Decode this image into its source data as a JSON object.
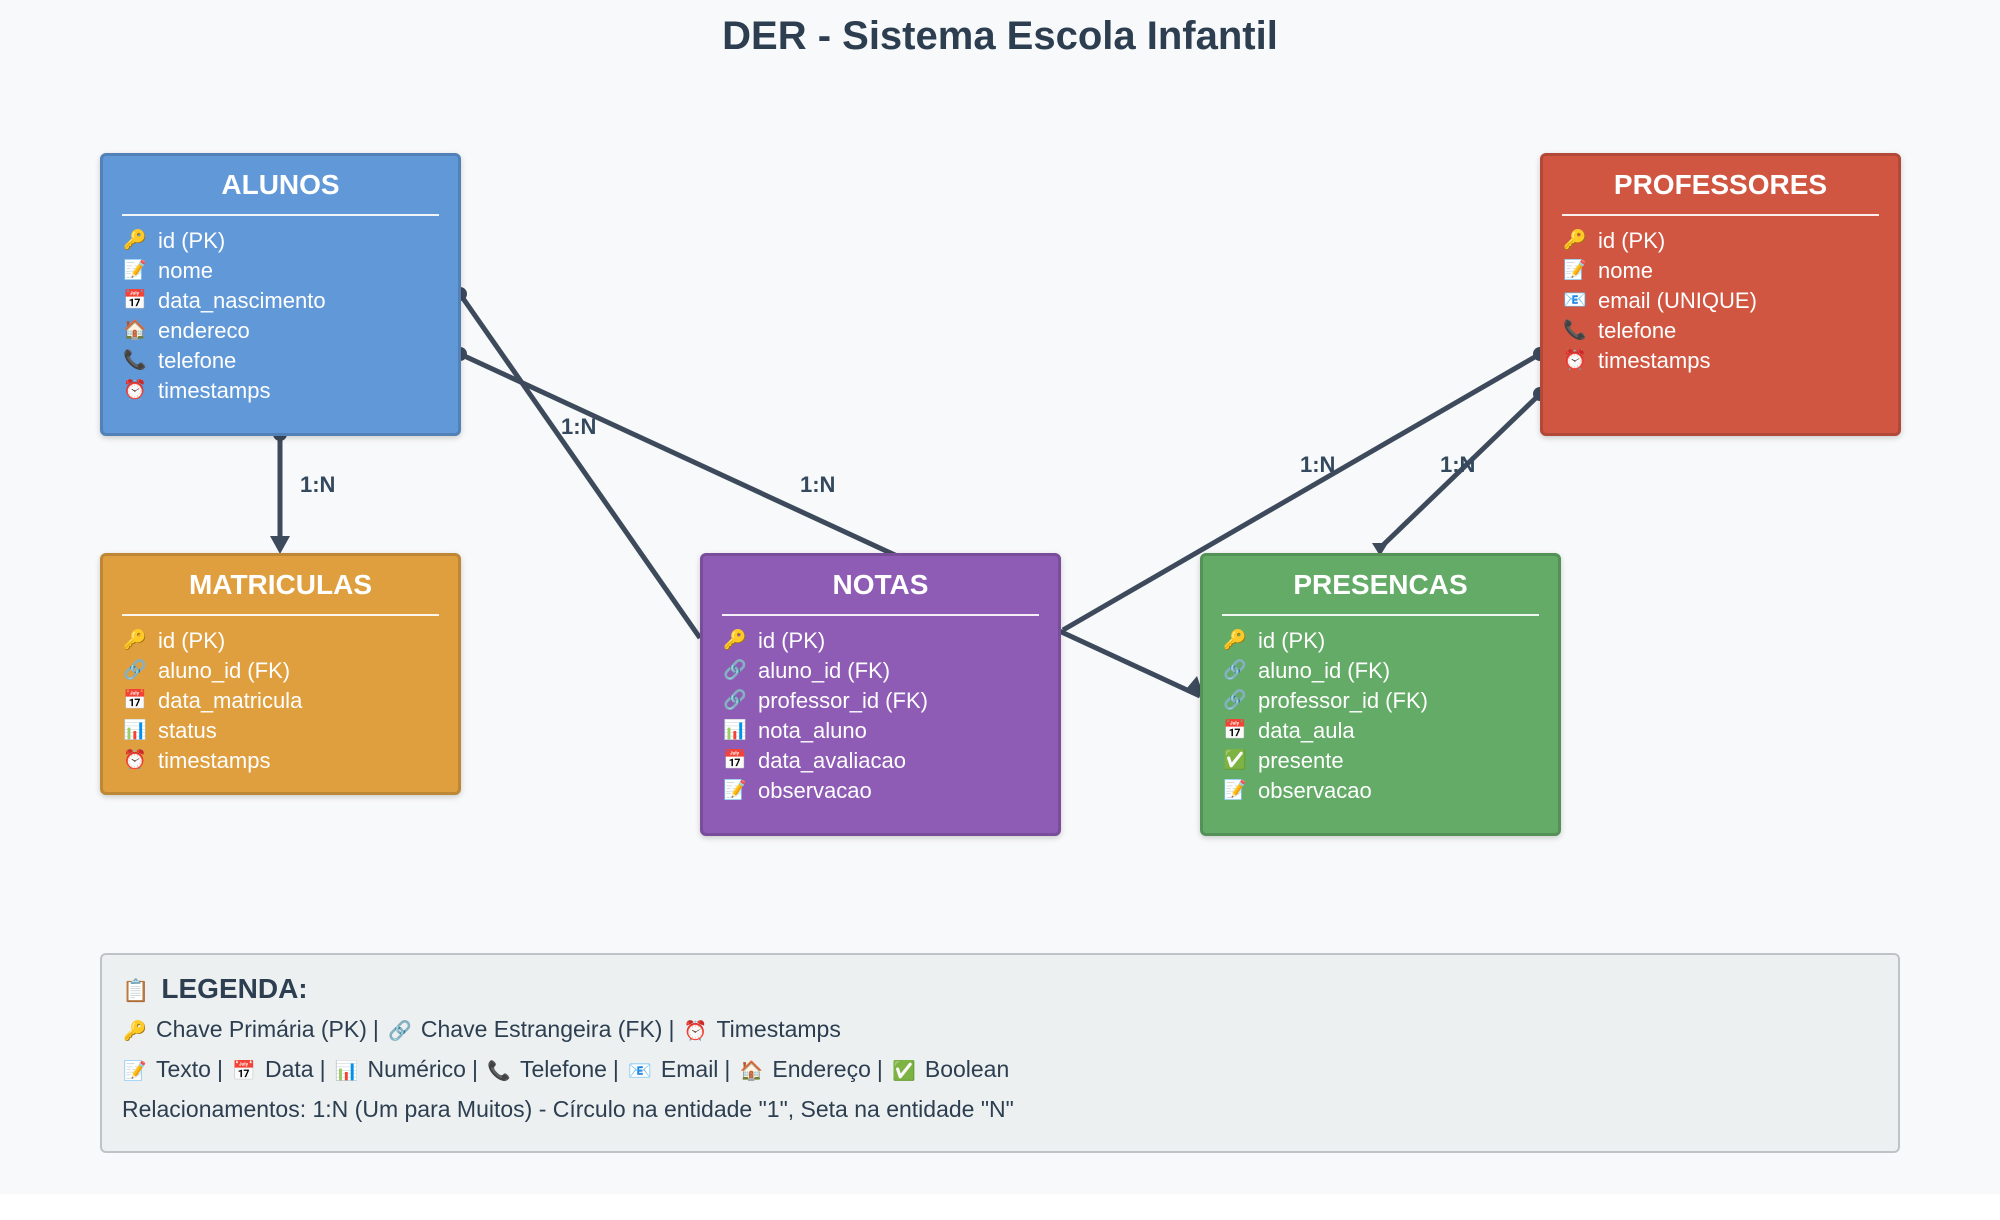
{
  "title": "DER - Sistema Escola Infantil",
  "colors": {
    "alunos": "#6198d8",
    "professores": "#d15642",
    "matriculas": "#e09f3e",
    "notas": "#8e5bb5",
    "presencas": "#63ab66",
    "connector": "#3d4a5c"
  },
  "entities": {
    "alunos": {
      "name": "ALUNOS",
      "attributes": [
        {
          "icon": "key-icon",
          "glyph": "🔑",
          "label": "id (PK)"
        },
        {
          "icon": "memo-icon",
          "glyph": "📝",
          "label": "nome"
        },
        {
          "icon": "calendar-icon",
          "glyph": "📅",
          "label": "data_nascimento"
        },
        {
          "icon": "house-icon",
          "glyph": "🏠",
          "label": "endereco"
        },
        {
          "icon": "phone-icon",
          "glyph": "📞",
          "label": "telefone"
        },
        {
          "icon": "alarm-clock-icon",
          "glyph": "⏰",
          "label": "timestamps"
        }
      ]
    },
    "professores": {
      "name": "PROFESSORES",
      "attributes": [
        {
          "icon": "key-icon",
          "glyph": "🔑",
          "label": "id (PK)"
        },
        {
          "icon": "memo-icon",
          "glyph": "📝",
          "label": "nome"
        },
        {
          "icon": "email-icon",
          "glyph": "📧",
          "label": "email (UNIQUE)"
        },
        {
          "icon": "phone-icon",
          "glyph": "📞",
          "label": "telefone"
        },
        {
          "icon": "alarm-clock-icon",
          "glyph": "⏰",
          "label": "timestamps"
        }
      ]
    },
    "matriculas": {
      "name": "MATRICULAS",
      "attributes": [
        {
          "icon": "key-icon",
          "glyph": "🔑",
          "label": "id (PK)"
        },
        {
          "icon": "link-icon",
          "glyph": "🔗",
          "label": "aluno_id (FK)"
        },
        {
          "icon": "calendar-icon",
          "glyph": "📅",
          "label": "data_matricula"
        },
        {
          "icon": "bar-chart-icon",
          "glyph": "📊",
          "label": "status"
        },
        {
          "icon": "alarm-clock-icon",
          "glyph": "⏰",
          "label": "timestamps"
        }
      ]
    },
    "notas": {
      "name": "NOTAS",
      "attributes": [
        {
          "icon": "key-icon",
          "glyph": "🔑",
          "label": "id (PK)"
        },
        {
          "icon": "link-icon",
          "glyph": "🔗",
          "label": "aluno_id (FK)"
        },
        {
          "icon": "link-icon",
          "glyph": "🔗",
          "label": "professor_id (FK)"
        },
        {
          "icon": "bar-chart-icon",
          "glyph": "📊",
          "label": "nota_aluno"
        },
        {
          "icon": "calendar-icon",
          "glyph": "📅",
          "label": "data_avaliacao"
        },
        {
          "icon": "memo-icon",
          "glyph": "📝",
          "label": "observacao"
        }
      ]
    },
    "presencas": {
      "name": "PRESENCAS",
      "attributes": [
        {
          "icon": "key-icon",
          "glyph": "🔑",
          "label": "id (PK)"
        },
        {
          "icon": "link-icon",
          "glyph": "🔗",
          "label": "aluno_id (FK)"
        },
        {
          "icon": "link-icon",
          "glyph": "🔗",
          "label": "professor_id (FK)"
        },
        {
          "icon": "calendar-icon",
          "glyph": "📅",
          "label": "data_aula"
        },
        {
          "icon": "check-mark-icon",
          "glyph": "✅",
          "label": "presente"
        },
        {
          "icon": "memo-icon",
          "glyph": "📝",
          "label": "observacao"
        }
      ]
    }
  },
  "relationships": [
    {
      "from": "ALUNOS",
      "to": "MATRICULAS",
      "label": "1:N"
    },
    {
      "from": "ALUNOS",
      "to": "NOTAS",
      "label": "1:N"
    },
    {
      "from": "ALUNOS",
      "to": "PRESENCAS",
      "label": "1:N"
    },
    {
      "from": "PROFESSORES",
      "to": "NOTAS",
      "label": "1:N"
    },
    {
      "from": "PROFESSORES",
      "to": "PRESENCAS",
      "label": "1:N"
    }
  ],
  "legend": {
    "title": "LEGENDA:",
    "title_icon": "clipboard-icon",
    "title_glyph": "📋",
    "line1": [
      {
        "icon": "key-icon",
        "glyph": "🔑",
        "label": "Chave Primária (PK)"
      },
      {
        "icon": "link-icon",
        "glyph": "🔗",
        "label": "Chave Estrangeira (FK)"
      },
      {
        "icon": "alarm-clock-icon",
        "glyph": "⏰",
        "label": "Timestamps"
      }
    ],
    "line2": [
      {
        "icon": "memo-icon",
        "glyph": "📝",
        "label": "Texto"
      },
      {
        "icon": "calendar-icon",
        "glyph": "📅",
        "label": "Data"
      },
      {
        "icon": "bar-chart-icon",
        "glyph": "📊",
        "label": "Numérico"
      },
      {
        "icon": "phone-icon",
        "glyph": "📞",
        "label": "Telefone"
      },
      {
        "icon": "email-icon",
        "glyph": "📧",
        "label": "Email"
      },
      {
        "icon": "house-icon",
        "glyph": "🏠",
        "label": "Endereço"
      },
      {
        "icon": "check-mark-icon",
        "glyph": "✅",
        "label": "Boolean"
      }
    ],
    "separator": "|",
    "note": "Relacionamentos: 1:N (Um para Muitos) - Círculo na entidade \"1\", Seta na entidade \"N\""
  }
}
